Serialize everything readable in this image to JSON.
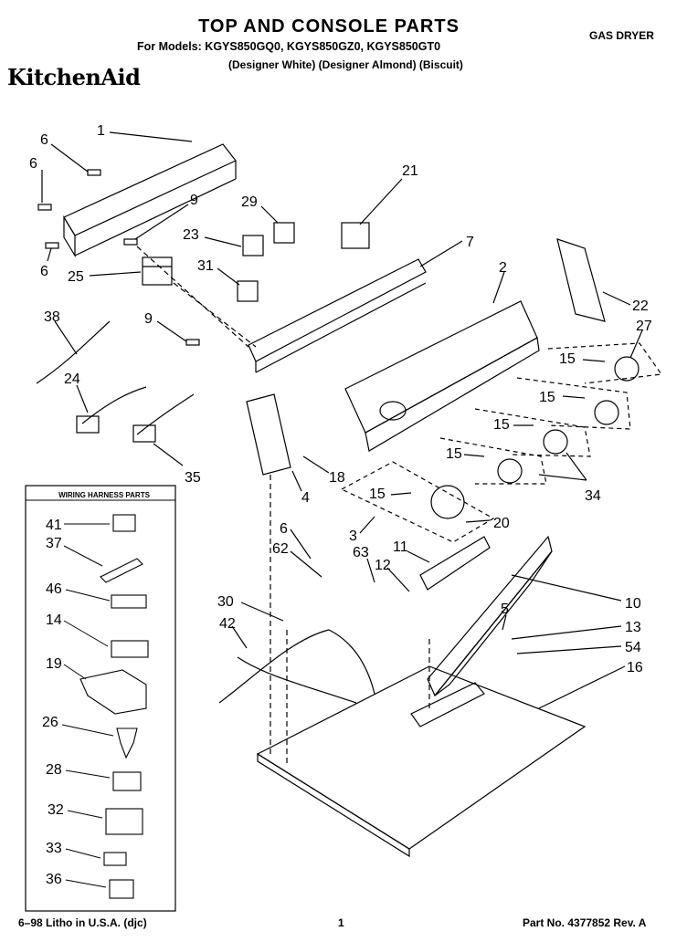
{
  "header": {
    "title": "TOP AND CONSOLE PARTS",
    "models": "For Models: KGYS850GQ0, KGYS850GZ0, KGYS850GT0",
    "colors": "(Designer White) (Designer Almond) (Biscuit)",
    "brand": "KitchenAid",
    "product_type": "GAS DRYER"
  },
  "wiring_box_title": "WIRING HARNESS PARTS",
  "callouts": {
    "c1": "1",
    "c6a": "6",
    "c6b": "6",
    "c6c": "6",
    "c9a": "9",
    "c25": "25",
    "c29": "29",
    "c23": "23",
    "c31": "31",
    "c21": "21",
    "c7": "7",
    "c2": "2",
    "c22": "22",
    "c27": "27",
    "c38": "38",
    "c9b": "9",
    "c24": "24",
    "c35": "35",
    "c15a": "15",
    "c15b": "15",
    "c15c": "15",
    "c15d": "15",
    "c15e": "15",
    "c18": "18",
    "c4": "4",
    "c34": "34",
    "c20": "20",
    "c3": "3",
    "c6d": "6",
    "c62": "62",
    "c63": "63",
    "c11": "11",
    "c12": "12",
    "c10": "10",
    "c5": "5",
    "c13": "13",
    "c54": "54",
    "c16": "16",
    "c30": "30",
    "c42": "42",
    "w41": "41",
    "w37": "37",
    "w46": "46",
    "w14": "14",
    "w19": "19",
    "w26": "26",
    "w28": "28",
    "w32": "32",
    "w33": "33",
    "w36": "36"
  },
  "footer": {
    "left": "6–98 Litho in U.S.A. (djc)",
    "page": "1",
    "part_no": "Part No. 4377852 Rev. A"
  }
}
